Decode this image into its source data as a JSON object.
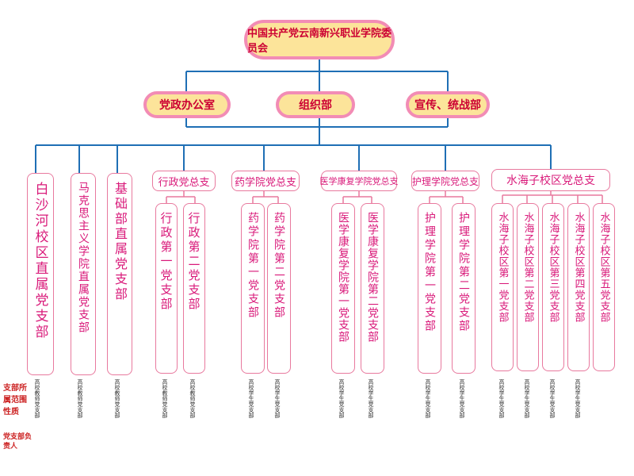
{
  "root": "中国共产党云南新兴职业学院委员会",
  "depts": {
    "left": "党政办公室",
    "center": "组织部",
    "right": "宣传、统战部"
  },
  "branches": [
    {
      "label": "白沙河校区直属党支部"
    },
    {
      "label": "马克思主义学院直属党支部"
    },
    {
      "label": "基础部直属党支部"
    }
  ],
  "groups": [
    {
      "label": "行政党总支",
      "children": [
        "行政第一党支部",
        "行政第二党支部"
      ]
    },
    {
      "label": "药学院党总支",
      "children": [
        "药学院第一党支部",
        "药学院第二党支部"
      ]
    },
    {
      "label": "医学康复学院党总支",
      "children": [
        "医学康复学院第一党支部",
        "医学康复学院第二党支部"
      ]
    },
    {
      "label": "护理学院党总支",
      "children": [
        "护理学院第一党支部",
        "护理学院第二党支部"
      ]
    },
    {
      "label": "水海子校区党总支",
      "children": [
        "水海子校区第一党支部",
        "水海子校区第二党支部",
        "水海子校区第三党支部",
        "水海子校区第四党支部",
        "水海子校区第五党支部"
      ]
    }
  ],
  "legend": {
    "line1": "支部所",
    "line2": "属范围",
    "line3": "性质",
    "line4": "党支部负责人"
  },
  "notes": [
    "高校教师党支部",
    "高校教师党支部",
    "高校教师党支部",
    "高校教师党支部",
    "高校教师党支部",
    "高校学生党支部",
    "高校学生党支部",
    "高校学生党支部",
    "高校学生党支部",
    "高校学生党支部",
    "高校学生党支部",
    "高校学生党支部",
    "高校学生党支部",
    "高校学生党支部",
    "高校学生党支部"
  ]
}
